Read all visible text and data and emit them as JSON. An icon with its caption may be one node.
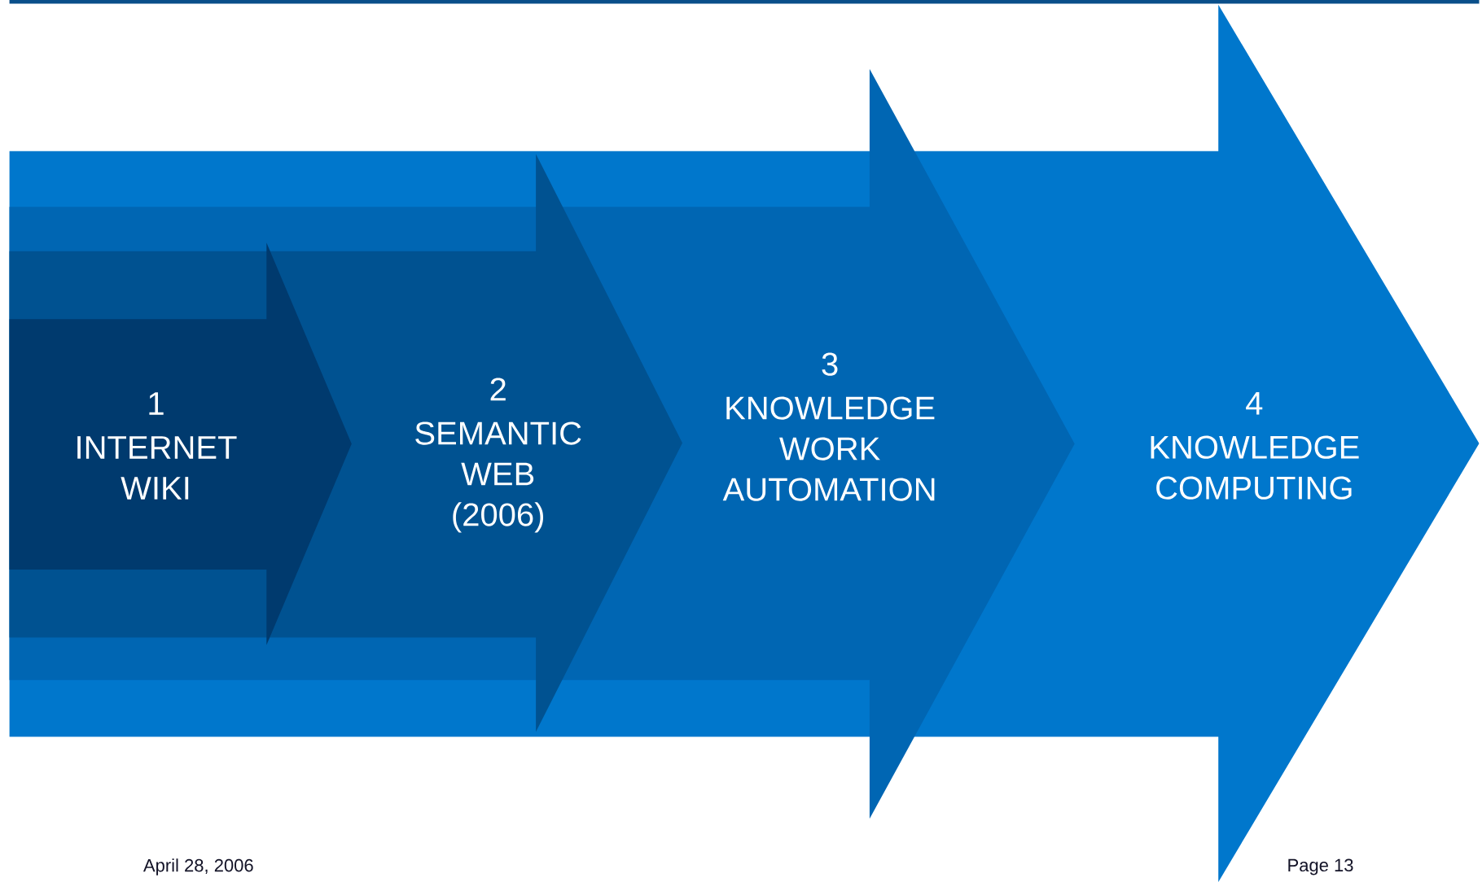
{
  "diagram": {
    "nodes": [
      {
        "text": [
          "1",
          "INTERNET WIKI"
        ],
        "in": 1
      },
      {
        "text": [
          "2",
          "SEMANTIC WEB (2006)"
        ],
        "in": 2
      },
      {
        "text": [
          "3",
          "KNOWLEDGE WORK AUTOMATION"
        ],
        "in": 3
      },
      {
        "text": [
          "4",
          "KNOWLEDGE COMPUTING"
        ]
      }
    ],
    "labels": [
      "April 28, 2006",
      "Page 13"
    ]
  }
}
